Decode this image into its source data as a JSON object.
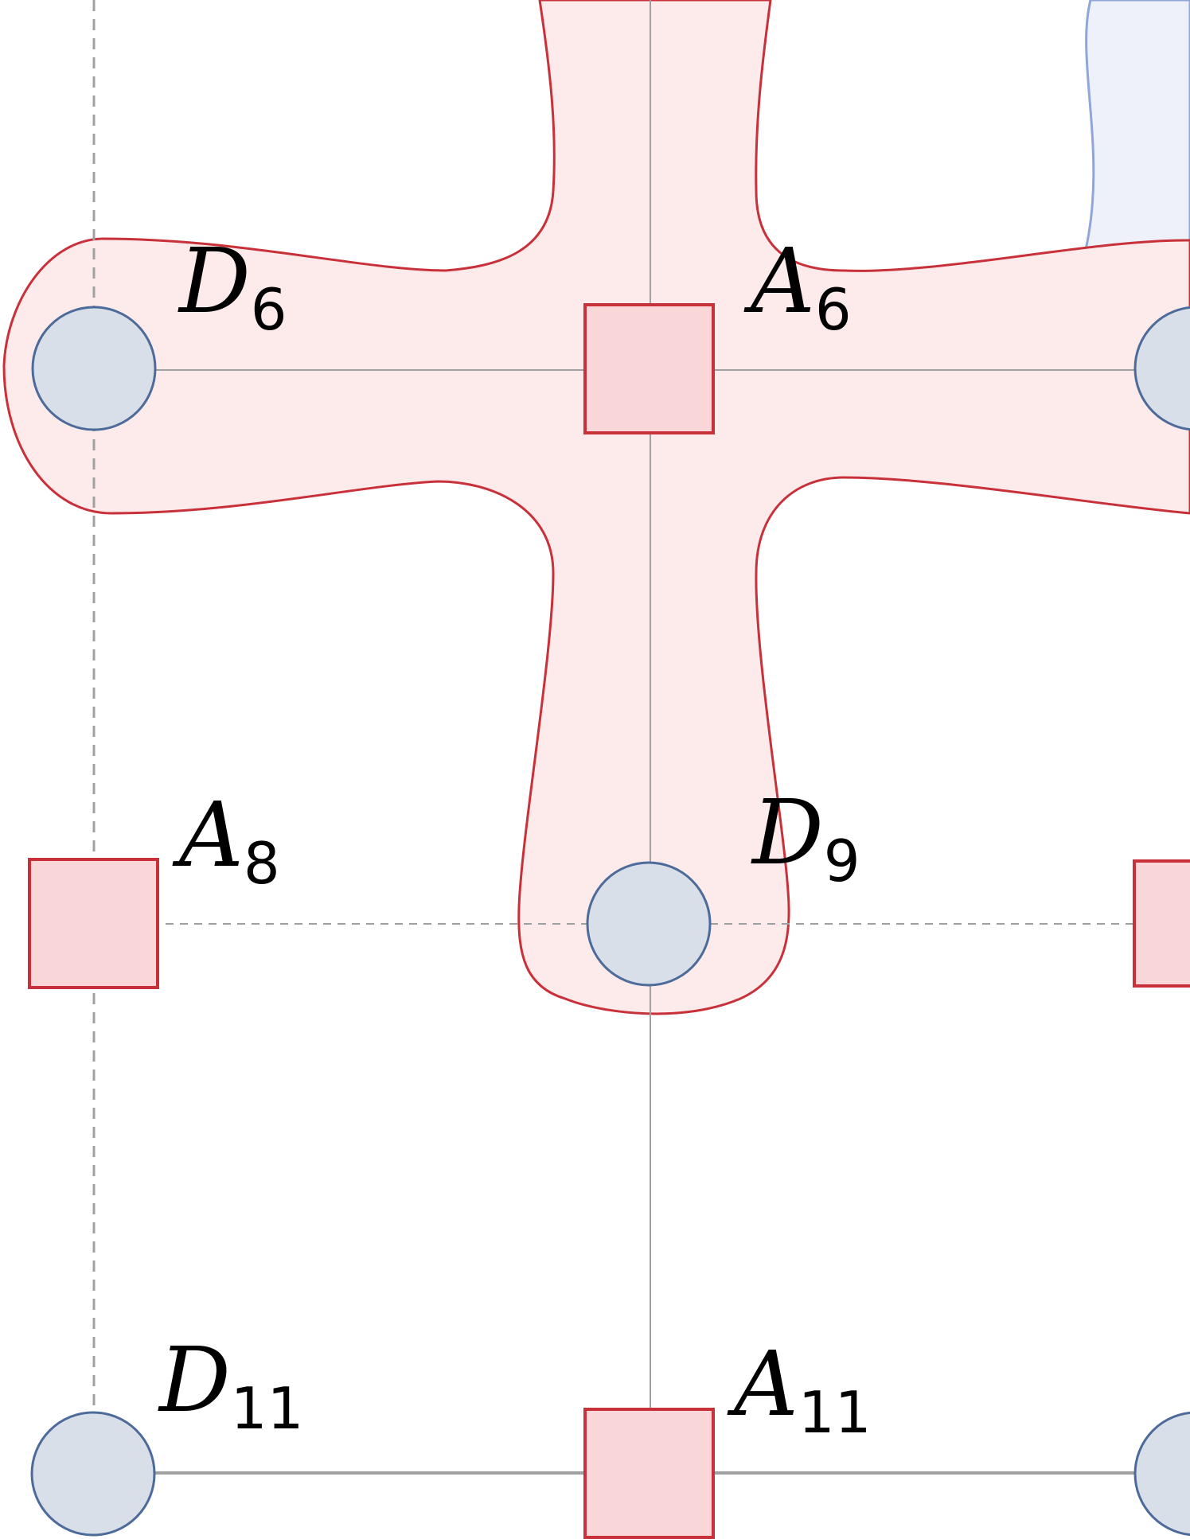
{
  "colors": {
    "red_stroke": "#c8313a",
    "red_fill": "#fdeaeb",
    "square_fill": "#f9d6d8",
    "circle_fill": "#d9dfe9",
    "circle_stroke": "#4d6b9a",
    "blue_fill": "#eef1fa",
    "blue_stroke": "#8fa6d8",
    "line_gray": "#a0a0a0"
  },
  "nodes": [
    {
      "id": "D6",
      "kind": "data-qubit",
      "label": {
        "letter": "D",
        "sub": "6"
      }
    },
    {
      "id": "A6",
      "kind": "ancilla-qubit",
      "label": {
        "letter": "A",
        "sub": "6"
      }
    },
    {
      "id": "D6R",
      "kind": "data-qubit-partial"
    },
    {
      "id": "A8",
      "kind": "ancilla-qubit",
      "label": {
        "letter": "A",
        "sub": "8"
      }
    },
    {
      "id": "D9",
      "kind": "data-qubit",
      "label": {
        "letter": "D",
        "sub": "9"
      }
    },
    {
      "id": "A8R",
      "kind": "ancilla-qubit-partial"
    },
    {
      "id": "D11",
      "kind": "data-qubit",
      "label": {
        "letter": "D",
        "sub": "11"
      }
    },
    {
      "id": "A11",
      "kind": "ancilla-qubit",
      "label": {
        "letter": "A",
        "sub": "11"
      }
    },
    {
      "id": "D11R",
      "kind": "data-qubit-partial"
    }
  ]
}
